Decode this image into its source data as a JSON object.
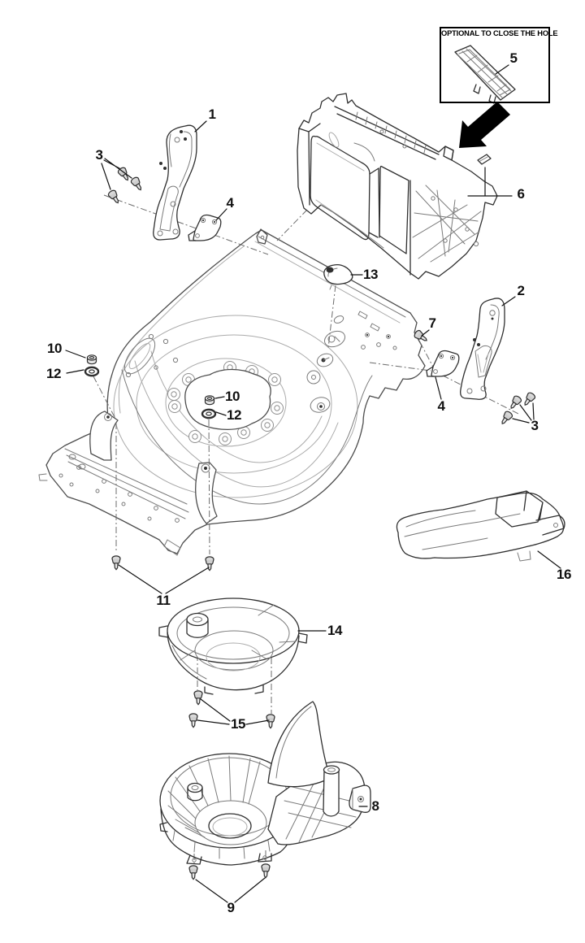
{
  "note_box": {
    "text": "OPTIONAL TO CLOSE THE HOLE"
  },
  "callouts": [
    {
      "label": "1"
    },
    {
      "label": "3"
    },
    {
      "label": "4"
    },
    {
      "label": "5"
    },
    {
      "label": "6"
    },
    {
      "label": "13"
    },
    {
      "label": "2"
    },
    {
      "label": "7"
    },
    {
      "label": "10"
    },
    {
      "label": "12"
    },
    {
      "label": "10"
    },
    {
      "label": "12"
    },
    {
      "label": "4"
    },
    {
      "label": "3"
    },
    {
      "label": "16"
    },
    {
      "label": "11"
    },
    {
      "label": "14"
    },
    {
      "label": "15"
    },
    {
      "label": "8"
    },
    {
      "label": "9"
    }
  ],
  "colors": {
    "line": "#2f2f2f",
    "deck_line": "#4d4d4d",
    "label": "#111111",
    "background": "#ffffff",
    "arrow": "#000000"
  }
}
